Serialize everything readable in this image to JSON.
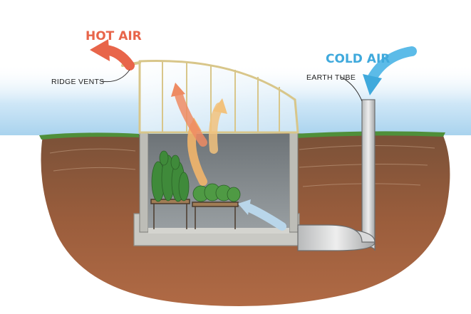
{
  "labels": {
    "hot_air": "HOT AIR",
    "cold_air": "COLD AIR",
    "ridge_vents": "RIDGE VENTS",
    "earth_tube": "EARTH TUBE"
  },
  "colors": {
    "hot_air": "#e8654a",
    "cold_air": "#3fa9dc",
    "sky": "#b9dcf2",
    "grass": "#4f8f3a",
    "soil_top": "#8a5a3c",
    "soil_deep": "#a05a3a",
    "concrete": "#c9c9c4",
    "interior": "#7f8589",
    "frame": "#e6d9a6",
    "plants": "#3f8a3a",
    "warm_arrow": "#f2b56a"
  },
  "icons": {
    "hot_air_arrow": "arrow-up-left-icon",
    "cold_air_arrow": "arrow-down-icon"
  }
}
